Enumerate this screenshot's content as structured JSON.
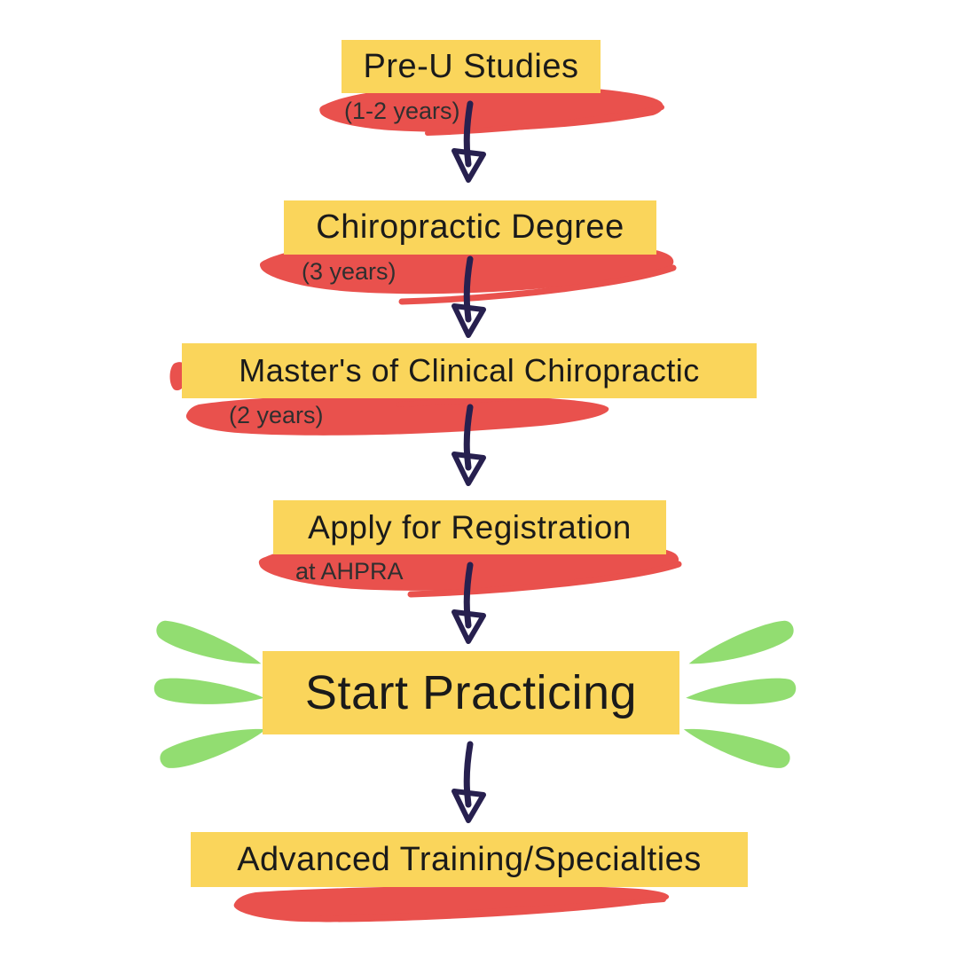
{
  "diagram": {
    "title": "Chiropractic career pathway flowchart",
    "steps": [
      {
        "label": "Pre-U Studies",
        "duration": "(1-2 years)"
      },
      {
        "label": "Chiropractic Degree",
        "duration": "(3 years)"
      },
      {
        "label": "Master's of Clinical Chiropractic",
        "duration": "(2 years)"
      },
      {
        "label": "Apply for Registration",
        "duration": "at AHPRA"
      },
      {
        "label": "Start Practicing",
        "duration": ""
      },
      {
        "label": "Advanced Training/Specialties",
        "duration": ""
      }
    ]
  },
  "colors": {
    "box_yellow": "#FAD55B",
    "brush_red": "#E9514D",
    "burst_green": "#92DD71",
    "arrow_navy": "#27204F",
    "label_text": "#1A1A1A",
    "sub_text": "#2F2F2F",
    "bg": "#FFFFFF"
  }
}
